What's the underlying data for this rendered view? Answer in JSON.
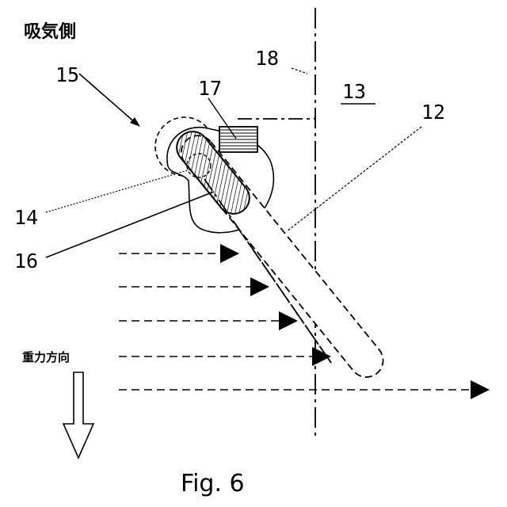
{
  "side_label": "吸気側",
  "gravity_label": "重力方向",
  "figure_caption": "Fig. 6",
  "part_labels": {
    "p15": "15",
    "p17": "17",
    "p18": "18",
    "p13": "13",
    "p12": "12",
    "p14": "14",
    "p16": "16"
  }
}
